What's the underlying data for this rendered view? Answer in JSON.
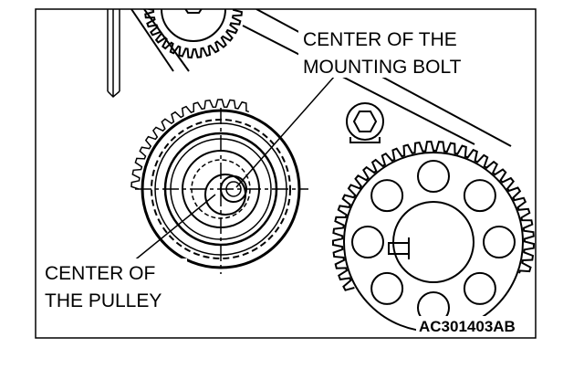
{
  "labels": {
    "mounting_bolt_line1": "CENTER OF THE",
    "mounting_bolt_line2": "MOUNTING BOLT",
    "pulley_line1": "CENTER OF",
    "pulley_line2": "THE PULLEY"
  },
  "figure_code": "AC301403AB",
  "colors": {
    "ink": "#000000",
    "paper": "#ffffff"
  }
}
